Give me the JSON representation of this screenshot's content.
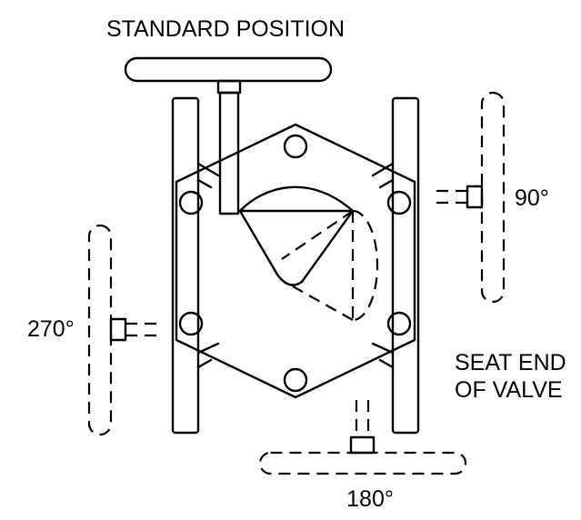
{
  "labels": {
    "standard_position": "STANDARD POSITION",
    "deg_90": "90°",
    "deg_270": "270°",
    "deg_180": "180°",
    "seat_end_line1": "SEAT END",
    "seat_end_line2": "OF VALVE"
  }
}
